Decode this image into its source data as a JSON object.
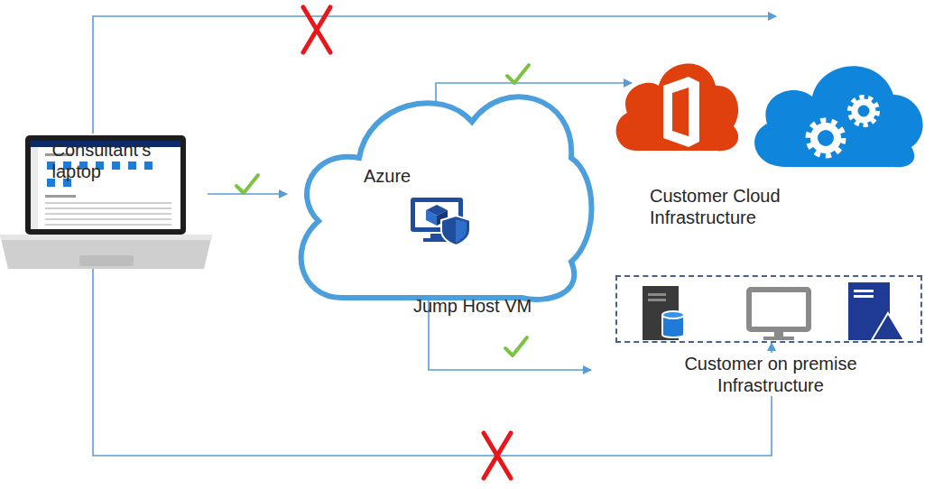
{
  "diagram": {
    "nodes": [
      {
        "text": [
          "Consultant’s laptop"
        ]
      },
      {
        "text": [
          "Azure"
        ]
      },
      {
        "text": [
          "Jump Host VM"
        ],
        "in": 1
      },
      {
        "text": [
          "Customer Cloud Infrastructure"
        ]
      },
      {
        "text": [
          "Customer on premise Infrastructure"
        ]
      }
    ],
    "edges": [
      {
        "from": 0,
        "to": 1,
        "arrow": "to"
      },
      {
        "from": 1,
        "to": 3,
        "arrow": "to"
      },
      {
        "from": 1,
        "to": 4,
        "arrow": "to"
      },
      {
        "from": 0,
        "to": 3,
        "arrow": "to"
      },
      {
        "from": 0,
        "to": 4,
        "arrow": "to"
      }
    ]
  }
}
